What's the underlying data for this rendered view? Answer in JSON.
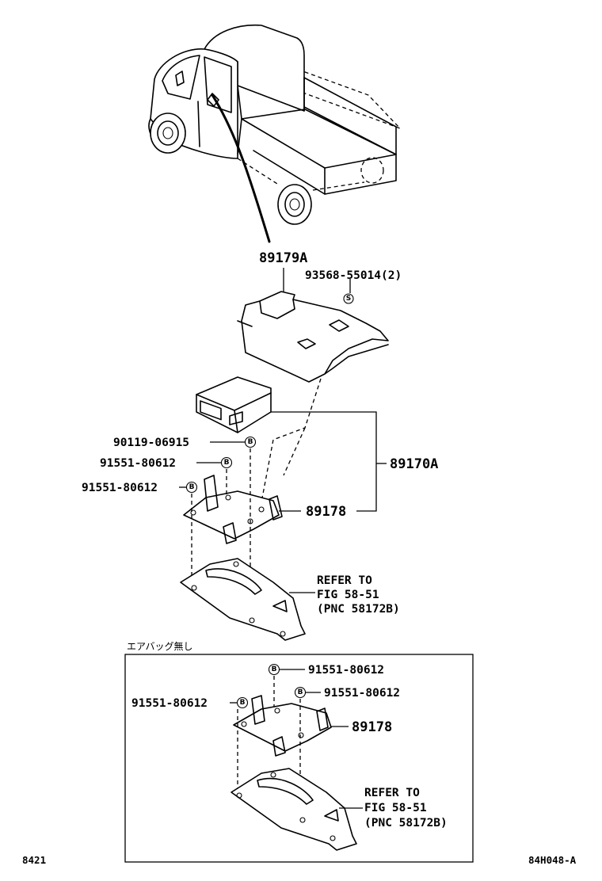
{
  "parts": {
    "p89179A": "89179A",
    "p93568": "93568-55014(2)",
    "p89170A": "89170A",
    "p90119": "90119-06915",
    "p91551_a": "91551-80612",
    "p91551_b": "91551-80612",
    "p89178_main": "89178",
    "refer_main_1": "REFER TO",
    "refer_main_2": "FIG 58-51",
    "refer_main_3": "(PNC 58172B)"
  },
  "inset": {
    "title": "エアバッグ無し",
    "p91551_top": "91551-80612",
    "p91551_right": "91551-80612",
    "p91551_left": "91551-80612",
    "p89178": "89178",
    "refer_1": "REFER TO",
    "refer_2": "FIG 58-51",
    "refer_3": "(PNC 58172B)"
  },
  "badges": {
    "screw": "S",
    "bolt": "B"
  },
  "footer": {
    "left_code": "8421",
    "right_code": "84H048-A"
  }
}
